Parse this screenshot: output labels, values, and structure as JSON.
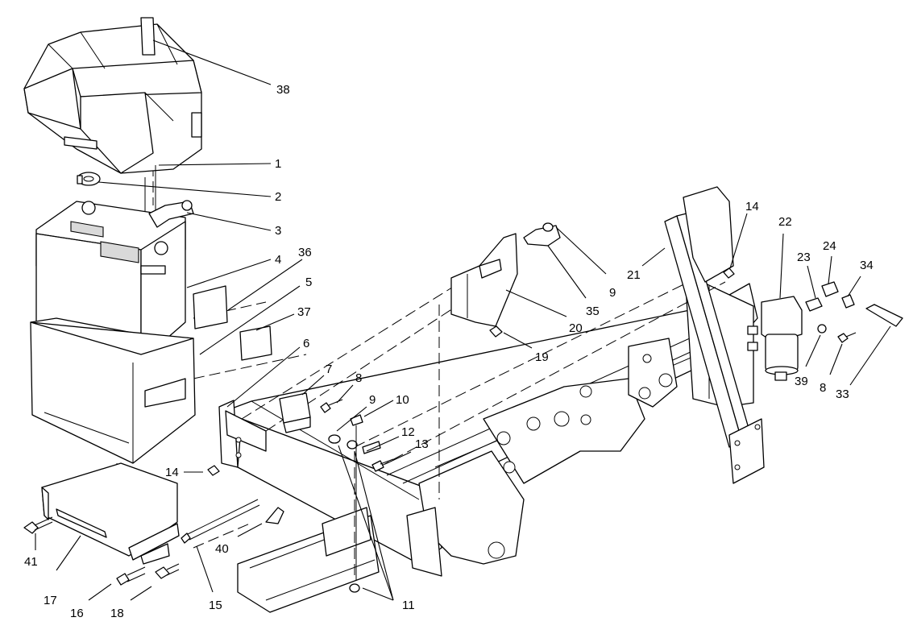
{
  "callouts": [
    {
      "id": "c38",
      "label": "38"
    },
    {
      "id": "c1",
      "label": "1"
    },
    {
      "id": "c2",
      "label": "2"
    },
    {
      "id": "c3",
      "label": "3"
    },
    {
      "id": "c4",
      "label": "4"
    },
    {
      "id": "c36",
      "label": "36"
    },
    {
      "id": "c5",
      "label": "5"
    },
    {
      "id": "c37",
      "label": "37"
    },
    {
      "id": "c6",
      "label": "6"
    },
    {
      "id": "c7",
      "label": "7"
    },
    {
      "id": "c8a",
      "label": "8"
    },
    {
      "id": "c9a",
      "label": "9"
    },
    {
      "id": "c10",
      "label": "10"
    },
    {
      "id": "c12",
      "label": "12"
    },
    {
      "id": "c13",
      "label": "13"
    },
    {
      "id": "c14a",
      "label": "14"
    },
    {
      "id": "c41",
      "label": "41"
    },
    {
      "id": "c17",
      "label": "17"
    },
    {
      "id": "c16",
      "label": "16"
    },
    {
      "id": "c18",
      "label": "18"
    },
    {
      "id": "c15",
      "label": "15"
    },
    {
      "id": "c40",
      "label": "40"
    },
    {
      "id": "c11",
      "label": "11"
    },
    {
      "id": "c19",
      "label": "19"
    },
    {
      "id": "c20",
      "label": "20"
    },
    {
      "id": "c35",
      "label": "35"
    },
    {
      "id": "c9b",
      "label": "9"
    },
    {
      "id": "c21",
      "label": "21"
    },
    {
      "id": "c14b",
      "label": "14"
    },
    {
      "id": "c22",
      "label": "22"
    },
    {
      "id": "c23",
      "label": "23"
    },
    {
      "id": "c24",
      "label": "24"
    },
    {
      "id": "c34",
      "label": "34"
    },
    {
      "id": "c39",
      "label": "39"
    },
    {
      "id": "c8b",
      "label": "8"
    },
    {
      "id": "c33",
      "label": "33"
    }
  ]
}
